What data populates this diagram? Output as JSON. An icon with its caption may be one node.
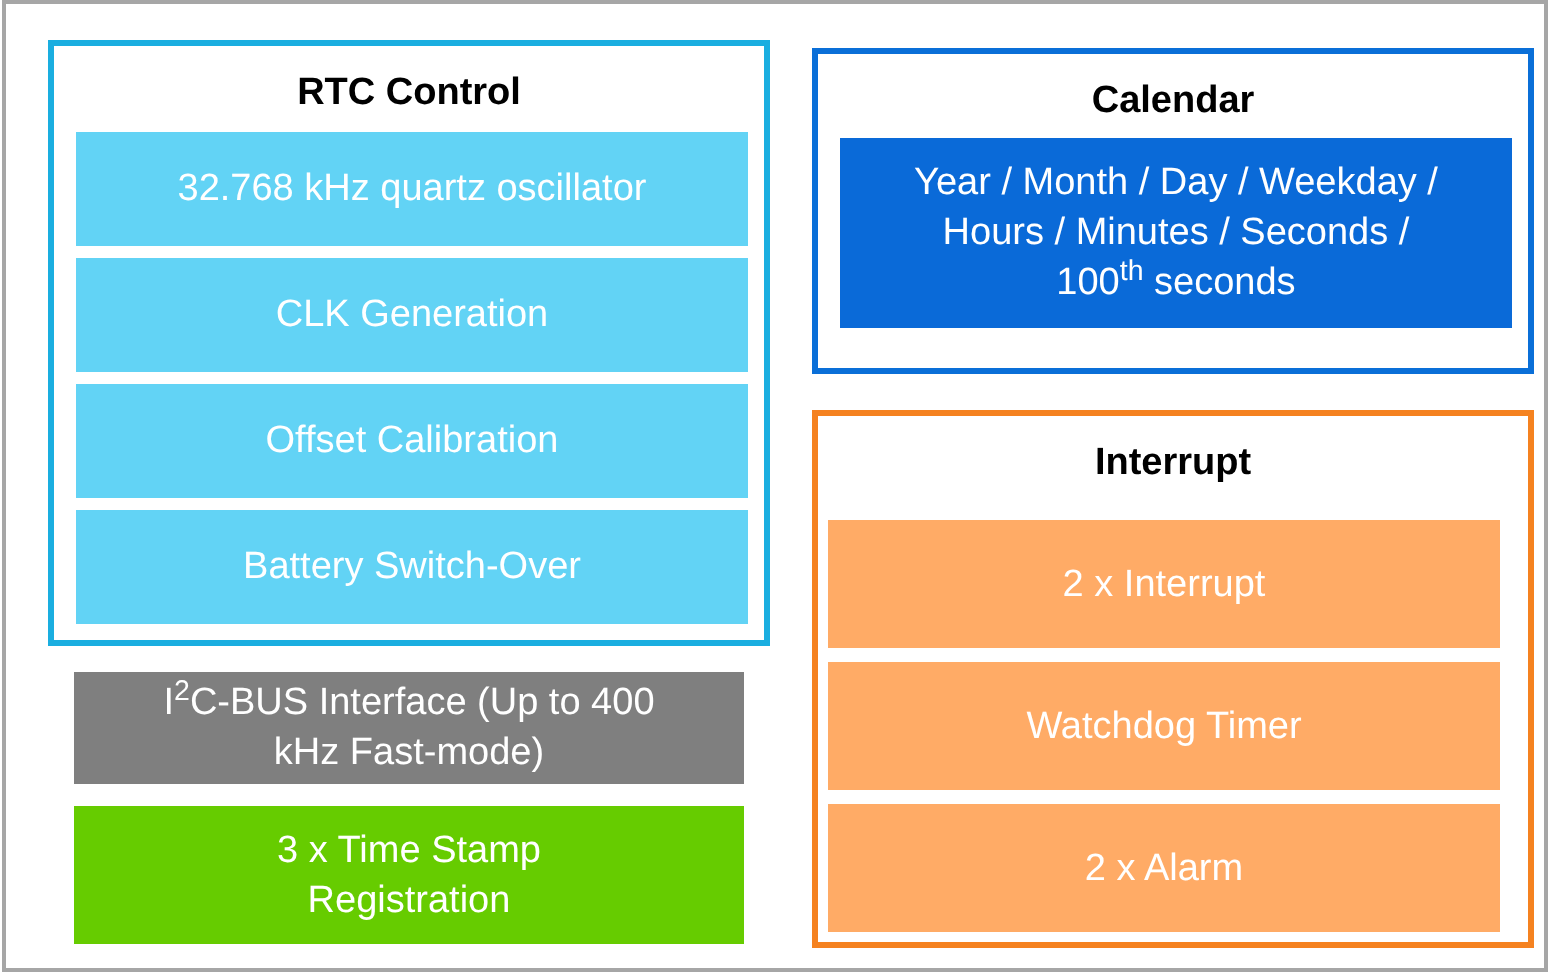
{
  "diagram": {
    "nodes": [
      {
        "text": [
          "RTC Control"
        ]
      },
      {
        "text": [
          "32.768 kHz quartz oscillator"
        ],
        "in": 0
      },
      {
        "text": [
          "CLK Generation"
        ],
        "in": 0
      },
      {
        "text": [
          "Offset Calibration"
        ],
        "in": 0
      },
      {
        "text": [
          "Battery Switch-Over"
        ],
        "in": 0
      },
      {
        "text": [
          "Calendar"
        ]
      },
      {
        "text": [
          "Year / Month / Day / Weekday / Hours / Minutes / Seconds / 100$^{th}$ seconds"
        ],
        "in": 5
      },
      {
        "text": [
          "Interrupt"
        ]
      },
      {
        "text": [
          "2 x Interrupt"
        ],
        "in": 7
      },
      {
        "text": [
          "Watchdog Timer"
        ],
        "in": 7
      },
      {
        "text": [
          "2 x Alarm"
        ],
        "in": 7
      },
      {
        "text": [
          "I$^{2}$C-BUS Interface (Up to 400 kHz Fast-mode)"
        ]
      },
      {
        "text": [
          "3 x Time Stamp Registration"
        ]
      }
    ]
  }
}
